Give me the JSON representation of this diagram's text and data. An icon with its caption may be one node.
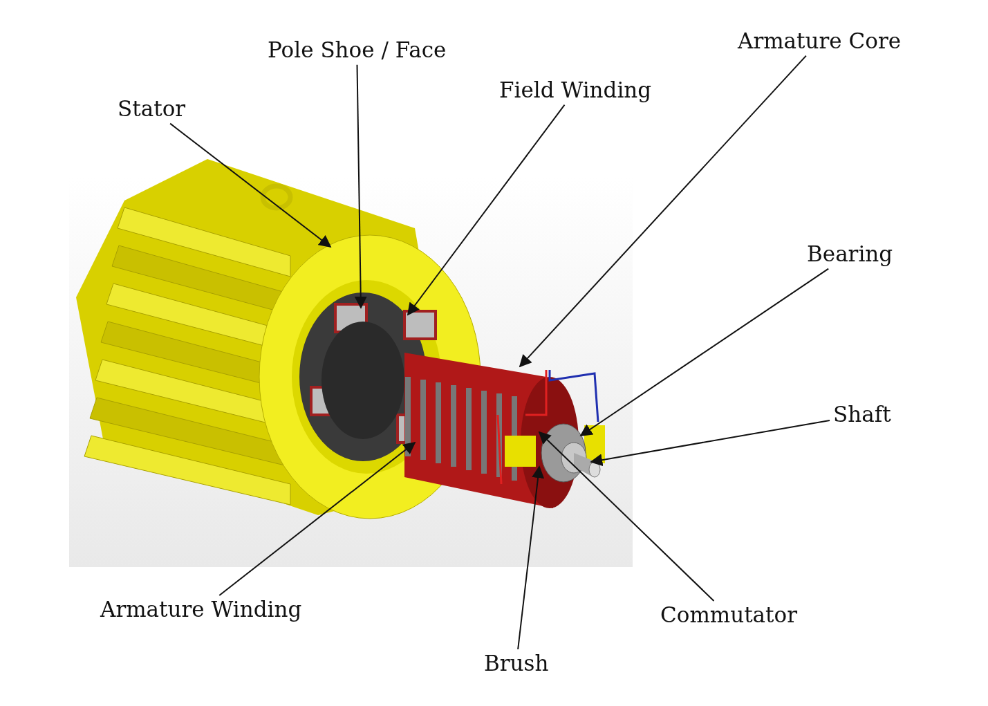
{
  "diagram": {
    "nodes": [
      {
        "text": [
          "Armature Core"
        ]
      },
      {
        "text": [
          "Pole Shoe / Face"
        ]
      },
      {
        "text": [
          "Field Winding"
        ]
      },
      {
        "text": [
          "Stator"
        ]
      },
      {
        "text": [
          "Bearing"
        ]
      },
      {
        "text": [
          "Shaft"
        ]
      },
      {
        "text": [
          "Armature Winding"
        ]
      },
      {
        "text": [
          "Commutator"
        ]
      },
      {
        "text": [
          "Brush"
        ]
      }
    ],
    "edges": [
      {
        "from": 0,
        "to": null,
        "arrow": "to"
      },
      {
        "from": 1,
        "to": null,
        "arrow": "to"
      },
      {
        "from": 2,
        "to": null,
        "arrow": "to"
      },
      {
        "from": 3,
        "to": null,
        "arrow": "to"
      },
      {
        "from": 4,
        "to": null,
        "arrow": "to"
      },
      {
        "from": 5,
        "to": null,
        "arrow": "to"
      },
      {
        "from": 6,
        "to": null,
        "arrow": "to"
      },
      {
        "from": 7,
        "to": null,
        "arrow": "to"
      },
      {
        "from": 8,
        "to": null,
        "arrow": "to"
      }
    ]
  }
}
